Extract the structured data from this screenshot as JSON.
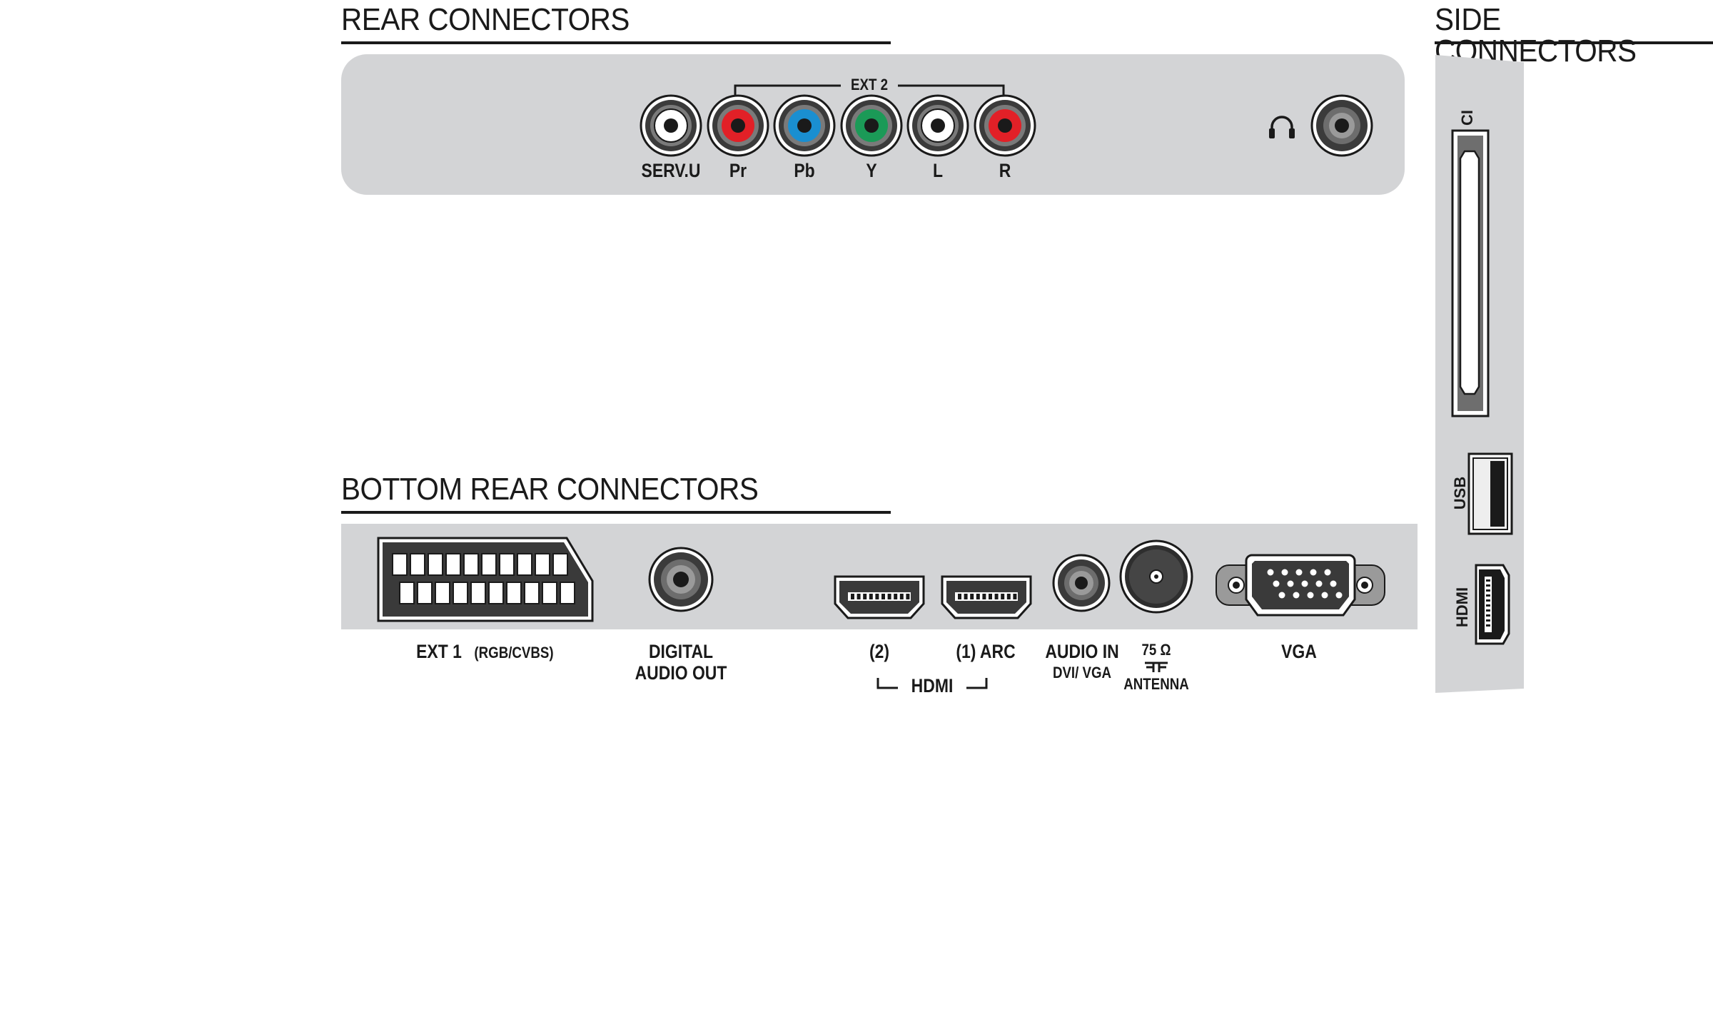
{
  "headings": {
    "rear": "REAR CONNECTORS",
    "side": "SIDE CONNECTORS",
    "bottom": "BOTTOM REAR CONNECTORS"
  },
  "rear": {
    "group_label": "EXT 2",
    "connectors": [
      {
        "label": "SERV.U",
        "color": "#ffffff"
      },
      {
        "label": "Pr",
        "color": "#e22027"
      },
      {
        "label": "Pb",
        "color": "#1a8fd1"
      },
      {
        "label": "Y",
        "color": "#1b9a57"
      },
      {
        "label": "L",
        "color": "#ffffff"
      },
      {
        "label": "R",
        "color": "#e22027"
      }
    ],
    "headphone_icon": "headphone-icon"
  },
  "bottom": {
    "ext1_label": "EXT 1",
    "ext1_sub": "(RGB/CVBS)",
    "digital_audio_line1": "DIGITAL",
    "digital_audio_line2": "AUDIO OUT",
    "hdmi2_label": "(2)",
    "hdmi1_label": "(1) ARC",
    "hdmi_group_label": "HDMI",
    "audio_in_label": "AUDIO IN",
    "audio_in_sub": "DVI/ VGA",
    "antenna_ohm": "75 Ω",
    "antenna_label": "ANTENNA",
    "vga_label": "VGA"
  },
  "side": {
    "ci_label": "CI",
    "usb_label": "USB",
    "hdmi_label": "HDMI"
  },
  "colors": {
    "panel": "#d3d4d6",
    "ink": "#1a1a1a",
    "red": "#e22027",
    "blue": "#1a8fd1",
    "green": "#1b9a57"
  }
}
